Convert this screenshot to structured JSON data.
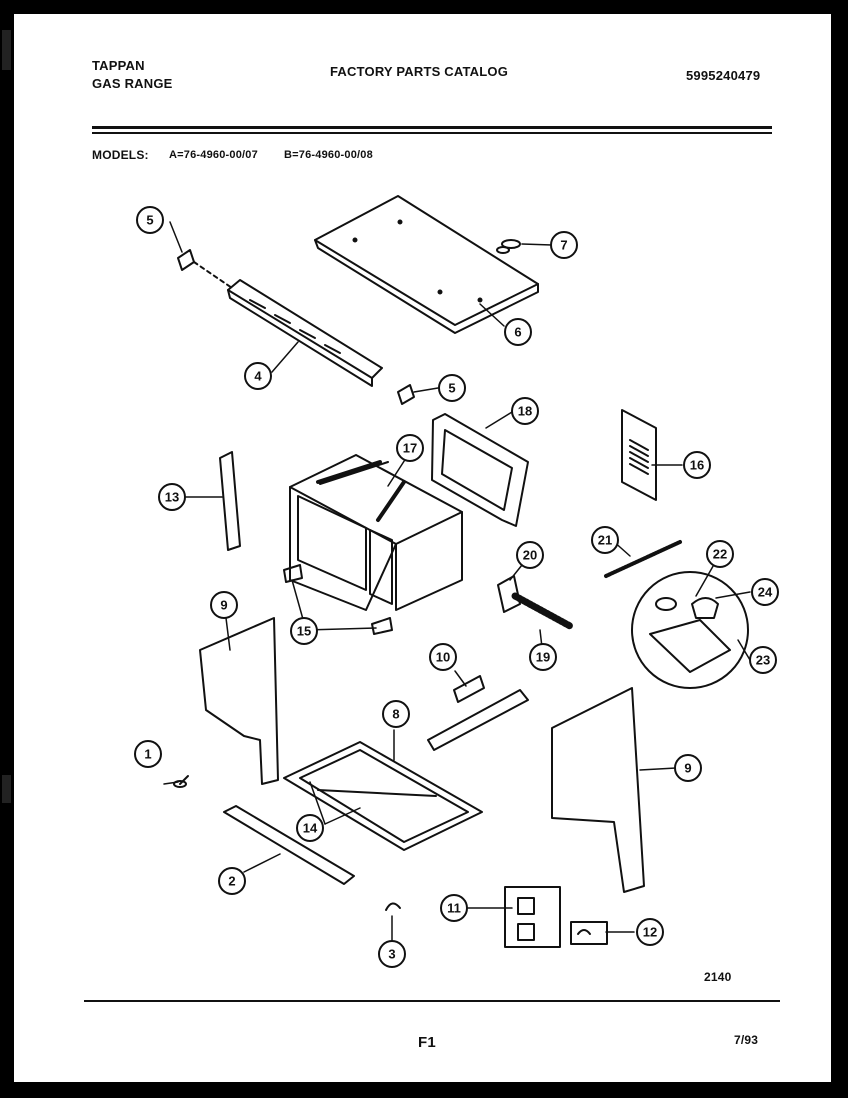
{
  "header": {
    "brand": "TAPPAN",
    "product": "GAS RANGE",
    "catalog_title": "FACTORY PARTS CATALOG",
    "catalog_number": "5995240479",
    "models_label": "MODELS:",
    "model_a": "A=76-4960-00/07",
    "model_b": "B=76-4960-00/08"
  },
  "footer": {
    "figure_code": "2140",
    "page_code": "F1",
    "date_code": "7/93"
  },
  "callouts": [
    "1",
    "2",
    "3",
    "4",
    "5",
    "5",
    "6",
    "7",
    "8",
    "9",
    "9",
    "10",
    "11",
    "12",
    "13",
    "14",
    "15",
    "16",
    "17",
    "18",
    "19",
    "20",
    "21",
    "22",
    "23",
    "24"
  ],
  "colors": {
    "ink": "#111111",
    "paper": "#ffffff",
    "frame": "#000000"
  }
}
